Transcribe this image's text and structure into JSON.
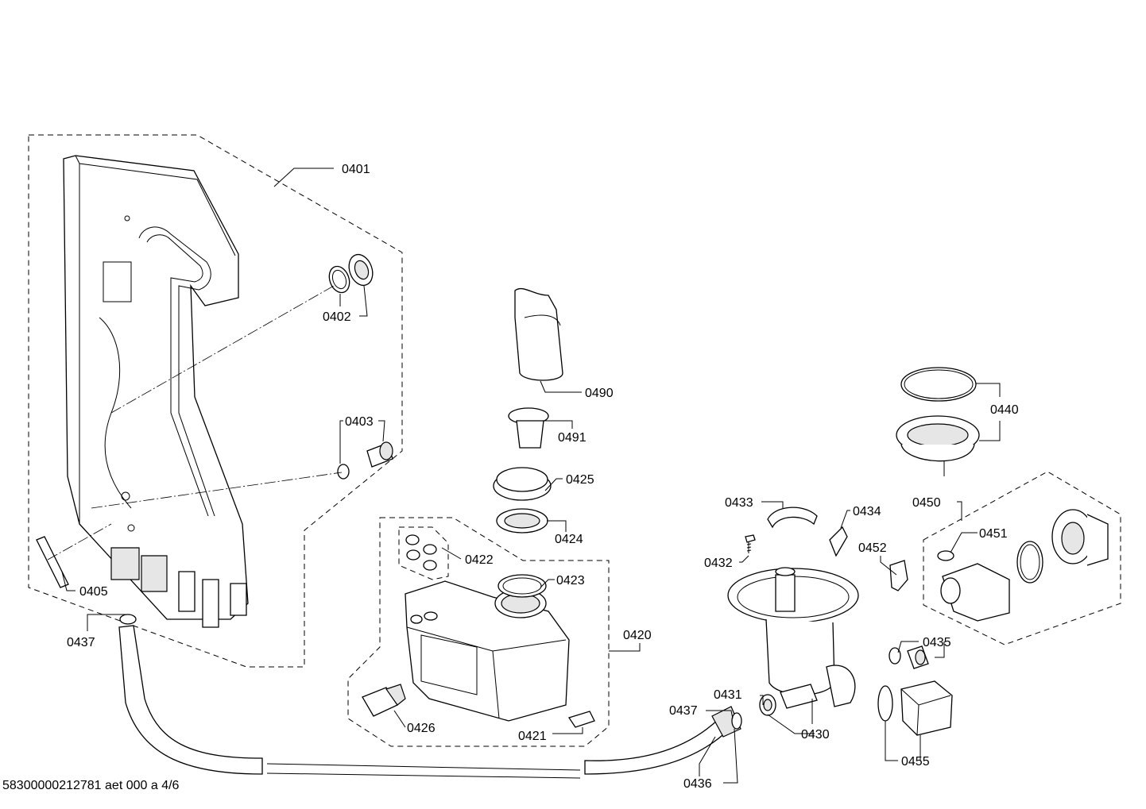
{
  "document_id": "58300000212781 aet 000 a 4/6",
  "callouts": {
    "c0401": "0401",
    "c0402": "0402",
    "c0403": "0403",
    "c0405": "0405",
    "c0420": "0420",
    "c0421": "0421",
    "c0422": "0422",
    "c0423": "0423",
    "c0424": "0424",
    "c0425": "0425",
    "c0426": "0426",
    "c0430": "0430",
    "c0431": "0431",
    "c0432": "0432",
    "c0433": "0433",
    "c0434": "0434",
    "c0435": "0435",
    "c0436": "0436",
    "c0437a": "0437",
    "c0437b": "0437",
    "c0440": "0440",
    "c0450": "0450",
    "c0451": "0451",
    "c0452": "0452",
    "c0455": "0455",
    "c0490": "0490",
    "c0491": "0491"
  }
}
